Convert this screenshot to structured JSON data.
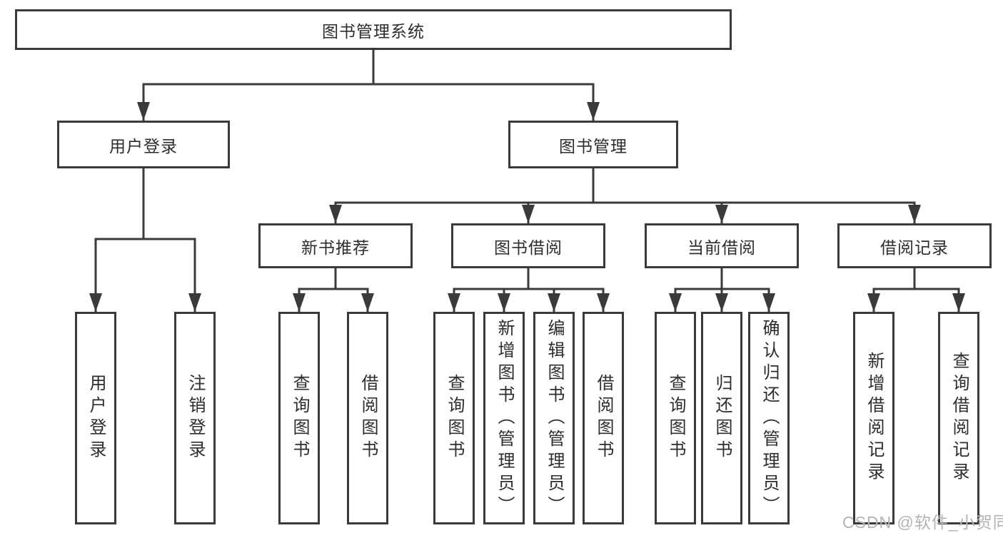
{
  "diagram": {
    "root": "图书管理系统",
    "level2": [
      "用户登录",
      "图书管理"
    ],
    "level3": [
      "新书推荐",
      "图书借阅",
      "当前借阅",
      "借阅记录"
    ],
    "leaves": [
      "用户登录",
      "注销登录",
      "查询图书",
      "借阅图书",
      "查询图书",
      "新增图书（管理员）",
      "编辑图书（管理员）",
      "借阅图书",
      "查询图书",
      "归还图书",
      "确认归还（管理员）",
      "新增借阅记录",
      "查询借阅记录"
    ],
    "watermark": "CSDN @软件_小贺同学",
    "colors": {
      "line": "#3a3a3a",
      "border": "#3a3a3a",
      "text": "#2d2d2d",
      "watermark": "#b3b3b3",
      "background": "#ffffff"
    }
  }
}
